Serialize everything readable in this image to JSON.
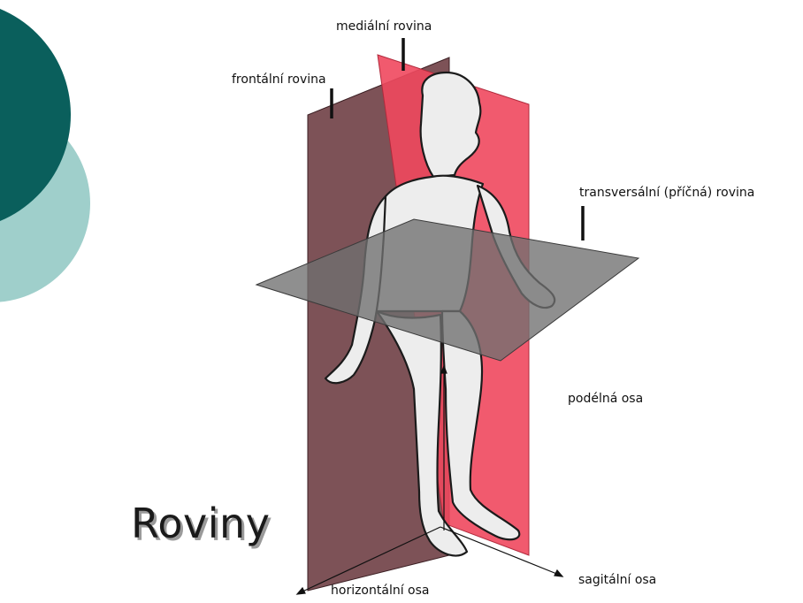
{
  "slide": {
    "title": "Roviny",
    "colors": {
      "deco_dark": "#0a5f5c",
      "deco_light": "#9fcfcb",
      "frontal_plane": "#6b3a40",
      "medial_plane": "#f0485e",
      "transverse_plane": "#6f6f6f",
      "body_fill": "#eeeeee",
      "outline": "#1b1b1b"
    }
  },
  "diagram": {
    "labels": {
      "medialni": "mediální rovina",
      "frontalni": "frontální rovina",
      "transversalni": "transversální (příčná) rovina",
      "podelna": "podélná osa",
      "sagitalni": "sagitální osa",
      "horizontalni": "horizontální osa"
    }
  }
}
